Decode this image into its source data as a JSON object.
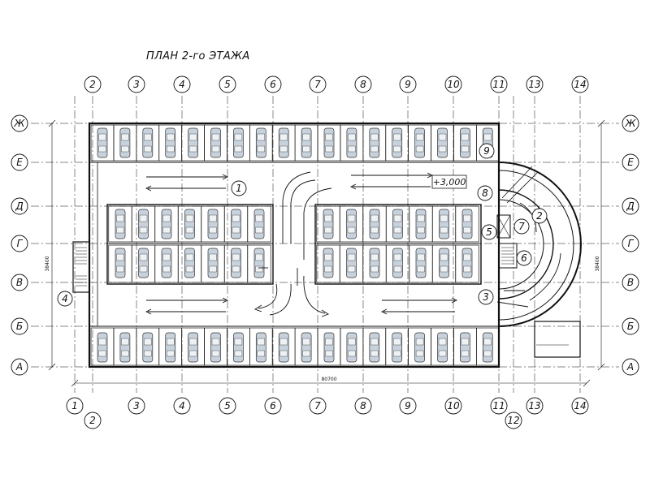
{
  "title": "ПЛАН 2-го ЭТАЖА",
  "axes": {
    "columns_top": [
      "2",
      "3",
      "4",
      "5",
      "6",
      "7",
      "8",
      "9",
      "10",
      "11",
      "13",
      "14"
    ],
    "columns_bottom": [
      "1",
      "2",
      "3",
      "4",
      "5",
      "6",
      "7",
      "8",
      "9",
      "10",
      "11",
      "12",
      "13",
      "14"
    ],
    "rows": [
      "Ж",
      "Е",
      "Д",
      "Г",
      "В",
      "Б",
      "А"
    ]
  },
  "dimensions": {
    "width": "80700",
    "height_left": "38400",
    "height_right": "38400"
  },
  "level_mark": "+3,000",
  "callouts": [
    "1",
    "2",
    "3",
    "4",
    "5",
    "6",
    "7",
    "8",
    "9"
  ],
  "colors": {
    "line": "#111111",
    "car_fill": "#c8d2dc",
    "car_outline": "#333333"
  }
}
